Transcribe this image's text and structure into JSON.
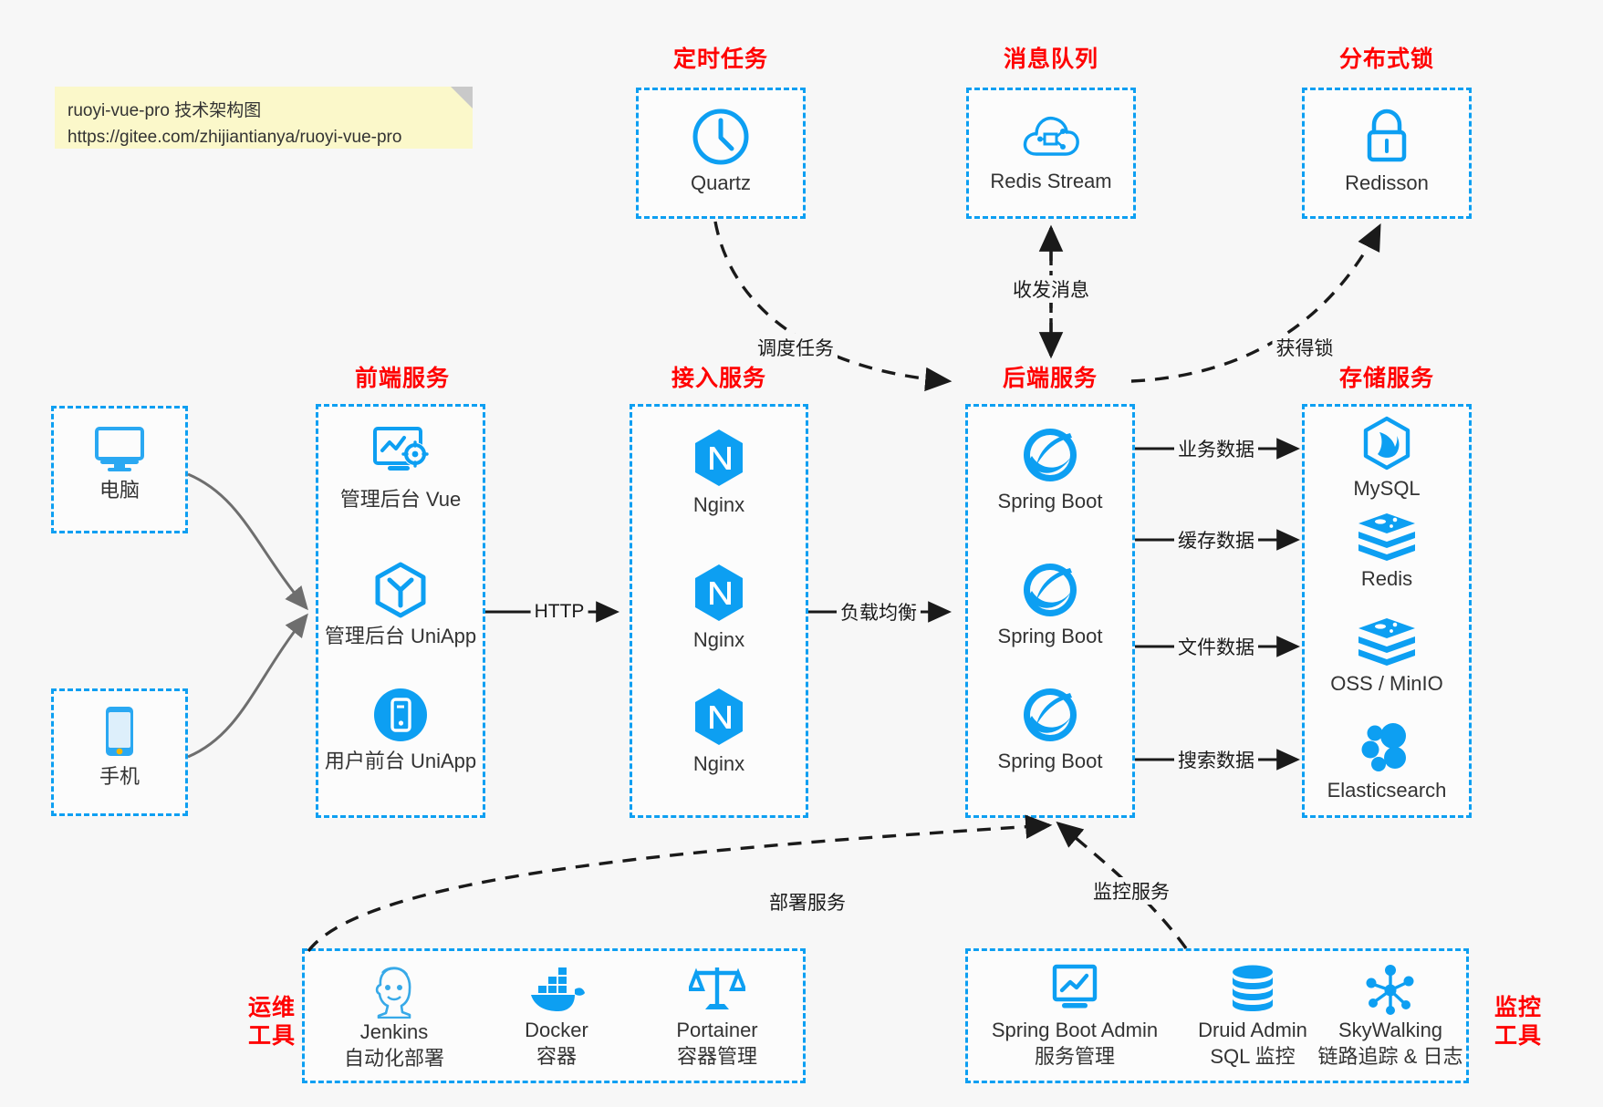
{
  "note": {
    "line1": "ruoyi-vue-pro 技术架构图",
    "line2": "https://gitee.com/zhijiantianya/ruoyi-vue-pro"
  },
  "colors": {
    "accent_blue": "#0d9ff2",
    "title_red": "#ff0000",
    "note_yellow": "#fbf8ca",
    "background": "#f7f7f7",
    "wire_black": "#1a1a1a",
    "client_wire_gray": "#808080"
  },
  "groups": {
    "scheduled_task": {
      "title": "定时任务",
      "nodes": [
        {
          "label": "Quartz",
          "icon": "clock-icon"
        }
      ]
    },
    "message_queue": {
      "title": "消息队列",
      "nodes": [
        {
          "label": "Redis Stream",
          "icon": "cloud-stream-icon"
        }
      ]
    },
    "distributed_lock": {
      "title": "分布式锁",
      "nodes": [
        {
          "label": "Redisson",
          "icon": "lock-icon"
        }
      ]
    },
    "clients": {
      "nodes": [
        {
          "label": "电脑",
          "icon": "desktop-monitor-icon"
        },
        {
          "label": "手机",
          "icon": "mobile-phone-icon"
        }
      ]
    },
    "frontend": {
      "title": "前端服务",
      "nodes": [
        {
          "label": "管理后台 Vue",
          "icon": "dashboard-gear-icon"
        },
        {
          "label": "管理后台 UniApp",
          "icon": "hexagon-cube-icon"
        },
        {
          "label": "用户前台 UniApp",
          "icon": "mobile-circle-icon"
        }
      ]
    },
    "gateway": {
      "title": "接入服务",
      "nodes": [
        {
          "label": "Nginx",
          "icon": "nginx-icon"
        },
        {
          "label": "Nginx",
          "icon": "nginx-icon"
        },
        {
          "label": "Nginx",
          "icon": "nginx-icon"
        }
      ]
    },
    "backend": {
      "title": "后端服务",
      "nodes": [
        {
          "label": "Spring Boot",
          "icon": "spring-boot-icon"
        },
        {
          "label": "Spring Boot",
          "icon": "spring-boot-icon"
        },
        {
          "label": "Spring Boot",
          "icon": "spring-boot-icon"
        }
      ]
    },
    "storage": {
      "title": "存储服务",
      "nodes": [
        {
          "label": "MySQL",
          "icon": "mysql-icon"
        },
        {
          "label": "Redis",
          "icon": "redis-icon"
        },
        {
          "label": "OSS / MinIO",
          "icon": "oss-minio-icon"
        },
        {
          "label": "Elasticsearch",
          "icon": "elasticsearch-icon"
        }
      ]
    },
    "devops": {
      "title_line1": "运维",
      "title_line2": "工具",
      "nodes": [
        {
          "name": "Jenkins",
          "desc": "自动化部署",
          "icon": "jenkins-icon"
        },
        {
          "name": "Docker",
          "desc": "容器",
          "icon": "docker-icon"
        },
        {
          "name": "Portainer",
          "desc": "容器管理",
          "icon": "scales-icon"
        }
      ]
    },
    "monitoring": {
      "title_line1": "监控",
      "title_line2": "工具",
      "nodes": [
        {
          "name": "Spring Boot Admin",
          "desc": "服务管理",
          "icon": "monitor-chart-icon"
        },
        {
          "name": "Druid Admin",
          "desc": "SQL 监控",
          "icon": "database-icon"
        },
        {
          "name": "SkyWalking",
          "desc": "链路追踪 & 日志",
          "icon": "skywalking-icon"
        }
      ]
    }
  },
  "edges": [
    {
      "id": "http",
      "label": "HTTP"
    },
    {
      "id": "load-balance",
      "label": "负载均衡"
    },
    {
      "id": "business-data",
      "label": "业务数据"
    },
    {
      "id": "cache-data",
      "label": "缓存数据"
    },
    {
      "id": "file-data",
      "label": "文件数据"
    },
    {
      "id": "search-data",
      "label": "搜索数据"
    },
    {
      "id": "schedule-task",
      "label": "调度任务"
    },
    {
      "id": "send-receive-message",
      "label": "收发消息"
    },
    {
      "id": "acquire-lock",
      "label": "获得锁"
    },
    {
      "id": "deploy-service",
      "label": "部署服务"
    },
    {
      "id": "monitor-service",
      "label": "监控服务"
    }
  ]
}
